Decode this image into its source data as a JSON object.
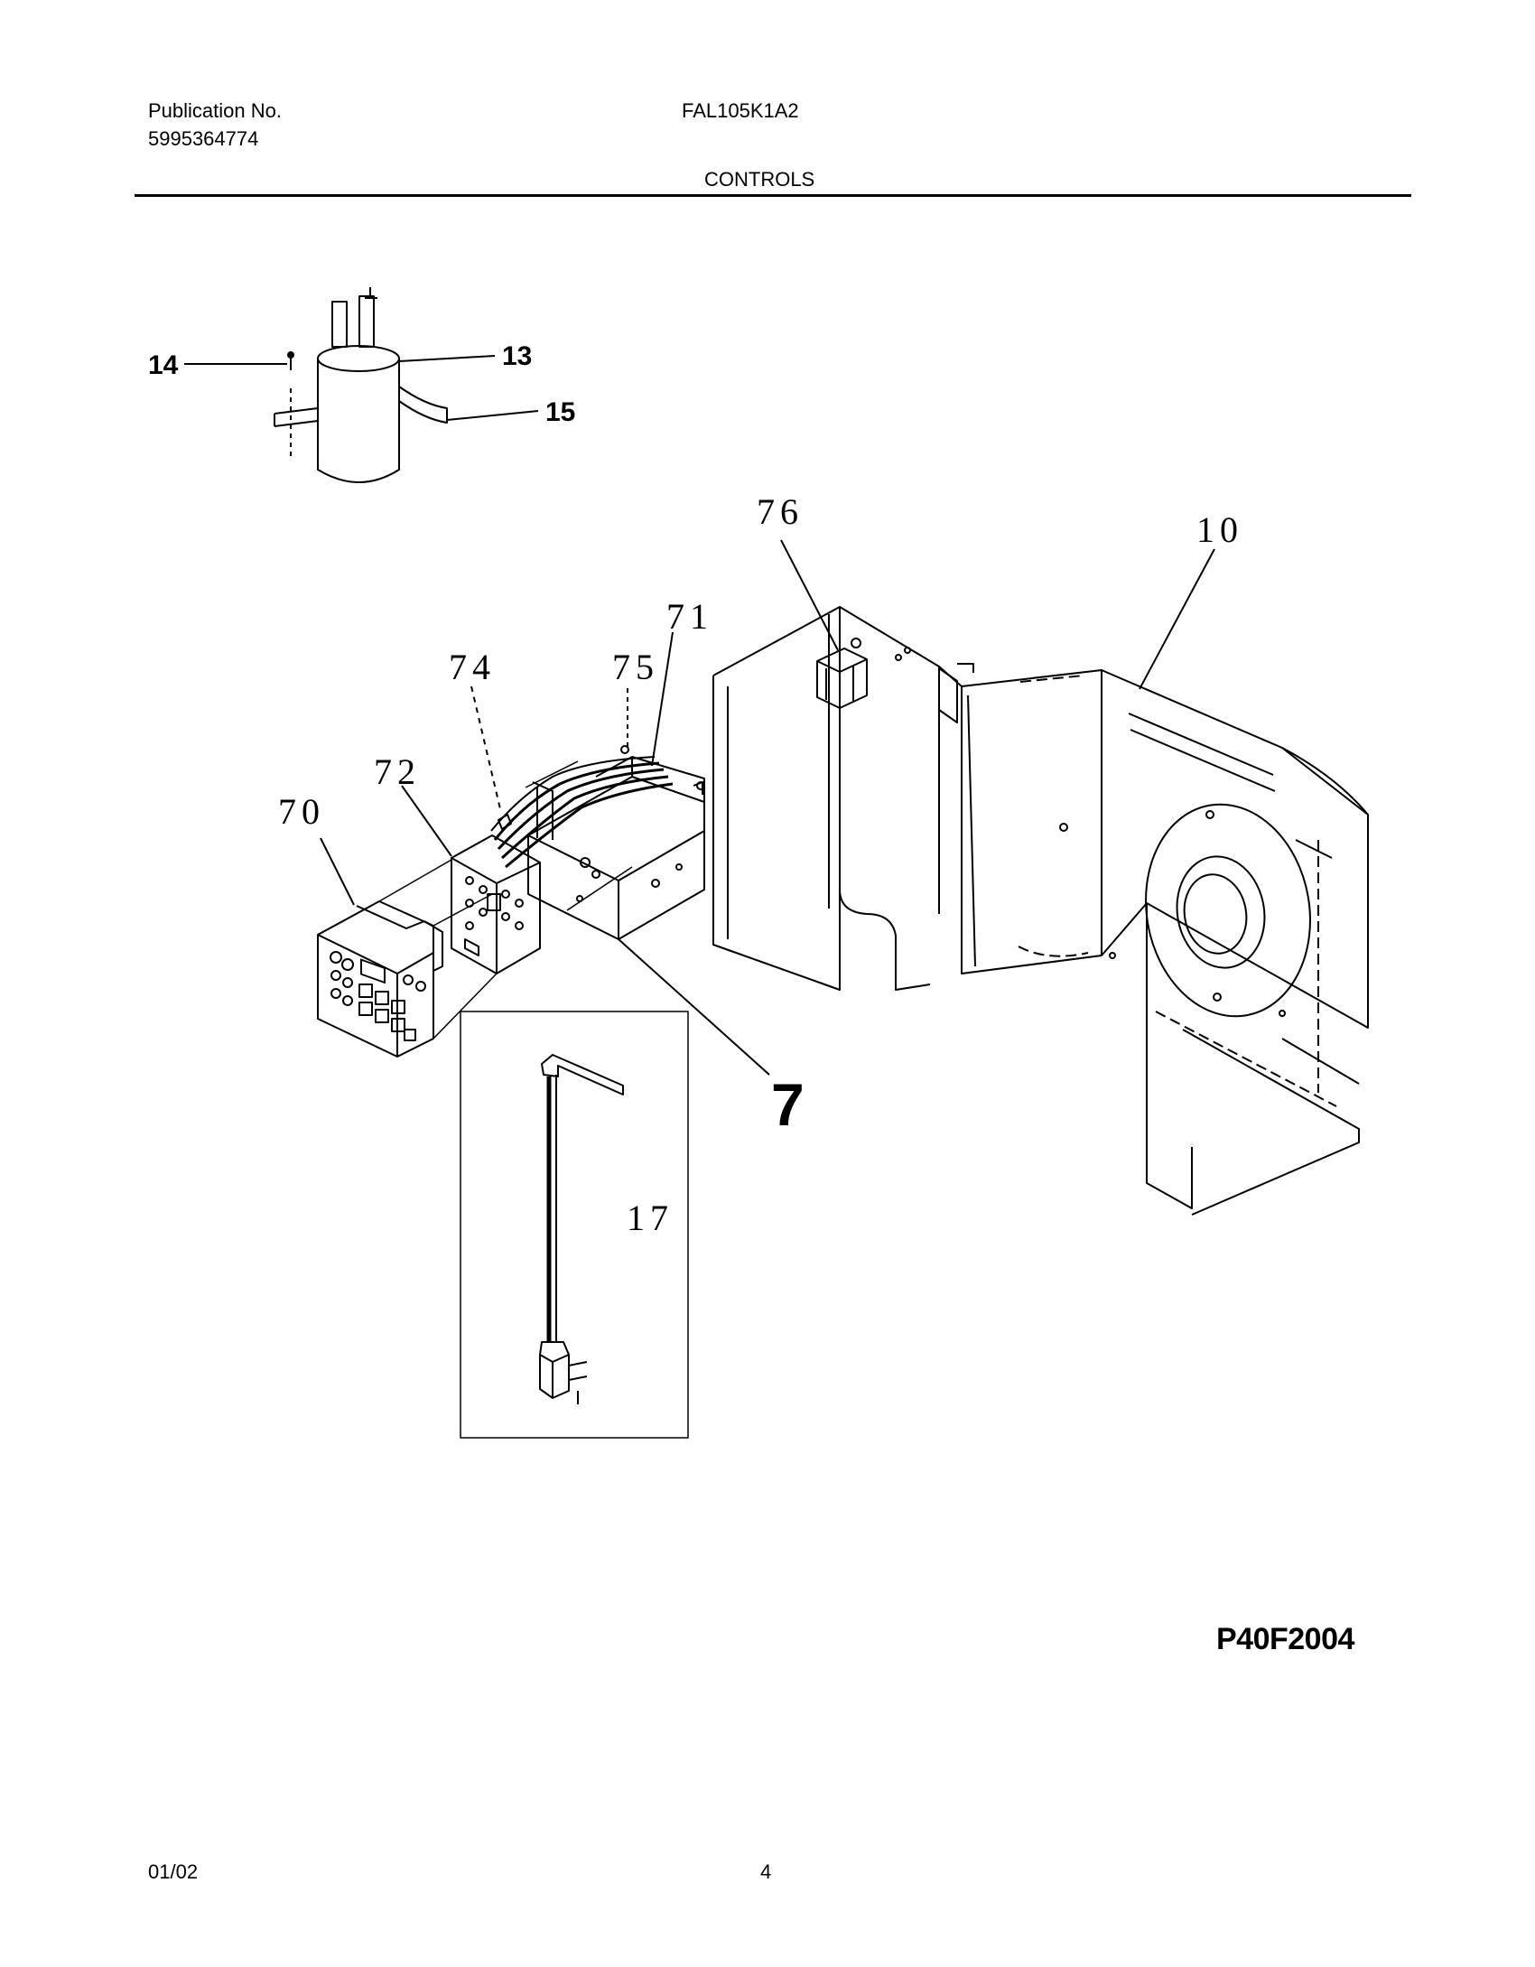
{
  "header": {
    "publication_label": "Publication No.",
    "publication_number": "5995364774",
    "model": "FAL105K1A2",
    "section": "CONTROLS"
  },
  "callouts": {
    "c14": "14",
    "c13": "13",
    "c15": "15",
    "c76": "76",
    "c10": "10",
    "c71": "71",
    "c74": "74",
    "c75": "75",
    "c72": "72",
    "c70": "70",
    "c7": "7",
    "c17": "17"
  },
  "footer": {
    "figure_id": "P40F2004",
    "date": "01/02",
    "page": "4"
  }
}
